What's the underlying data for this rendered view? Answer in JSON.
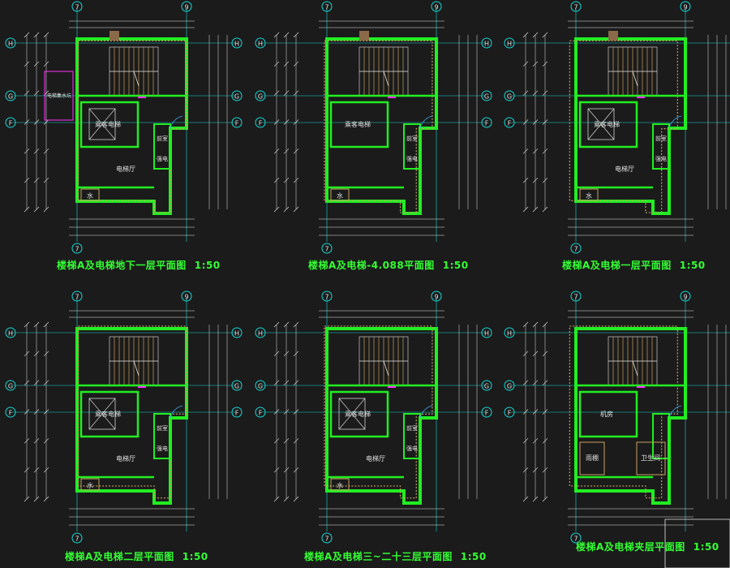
{
  "colors": {
    "background": "#1b1b1b",
    "grid_line": "#19d8d8",
    "wall_outer": "#22ee22",
    "wall_hatch": "#c8a060",
    "dimension": "#e8e8e8",
    "text": "#e0e0e0",
    "title": "#33ff33",
    "marker": "#ff33ff",
    "door": "#40b0ff"
  },
  "axis_labels": {
    "col_left": "7",
    "col_right": "9",
    "row_top": "H",
    "row_mid": "G",
    "row_low": "F"
  },
  "plans": [
    {
      "title": "楼梯A及电梯地下一层平面图",
      "scale": "1:50",
      "rooms": {
        "elevator": "乘客电梯",
        "lobby": "电梯厅",
        "water": "水",
        "shaft1": "前室",
        "shaft2": "强电",
        "pool": "电梯集水坑"
      }
    },
    {
      "title": "楼梯A及电梯-4.088平面图",
      "scale": "1:50",
      "rooms": {
        "elevator": "乘客电梯",
        "lobby": "",
        "water": "水",
        "shaft1": "前室",
        "shaft2": "强电",
        "pool": ""
      }
    },
    {
      "title": "楼梯A及电梯一层平面图",
      "scale": "1:50",
      "rooms": {
        "elevator": "乘客电梯",
        "lobby": "电梯厅",
        "water": "水",
        "shaft1": "前室",
        "shaft2": "强电",
        "pool": ""
      }
    },
    {
      "title": "楼梯A及电梯二层平面图",
      "scale": "1:50",
      "rooms": {
        "elevator": "乘客电梯",
        "lobby": "电梯厅",
        "water": "水",
        "shaft1": "前室",
        "shaft2": "强电",
        "pool": ""
      }
    },
    {
      "title": "楼梯A及电梯三~二十三层平面图",
      "scale": "1:50",
      "rooms": {
        "elevator": "乘客电梯",
        "lobby": "电梯厅",
        "water": "水",
        "shaft1": "前室",
        "shaft2": "强电",
        "pool": ""
      }
    },
    {
      "title": "楼梯A及电梯夹层平面图",
      "scale": "1:50",
      "rooms": {
        "elevator": "机房",
        "lobby": "",
        "water": "",
        "shaft1": "",
        "shaft2": "",
        "pool": "",
        "extra1": "雨棚",
        "extra2": "卫生间"
      }
    }
  ]
}
